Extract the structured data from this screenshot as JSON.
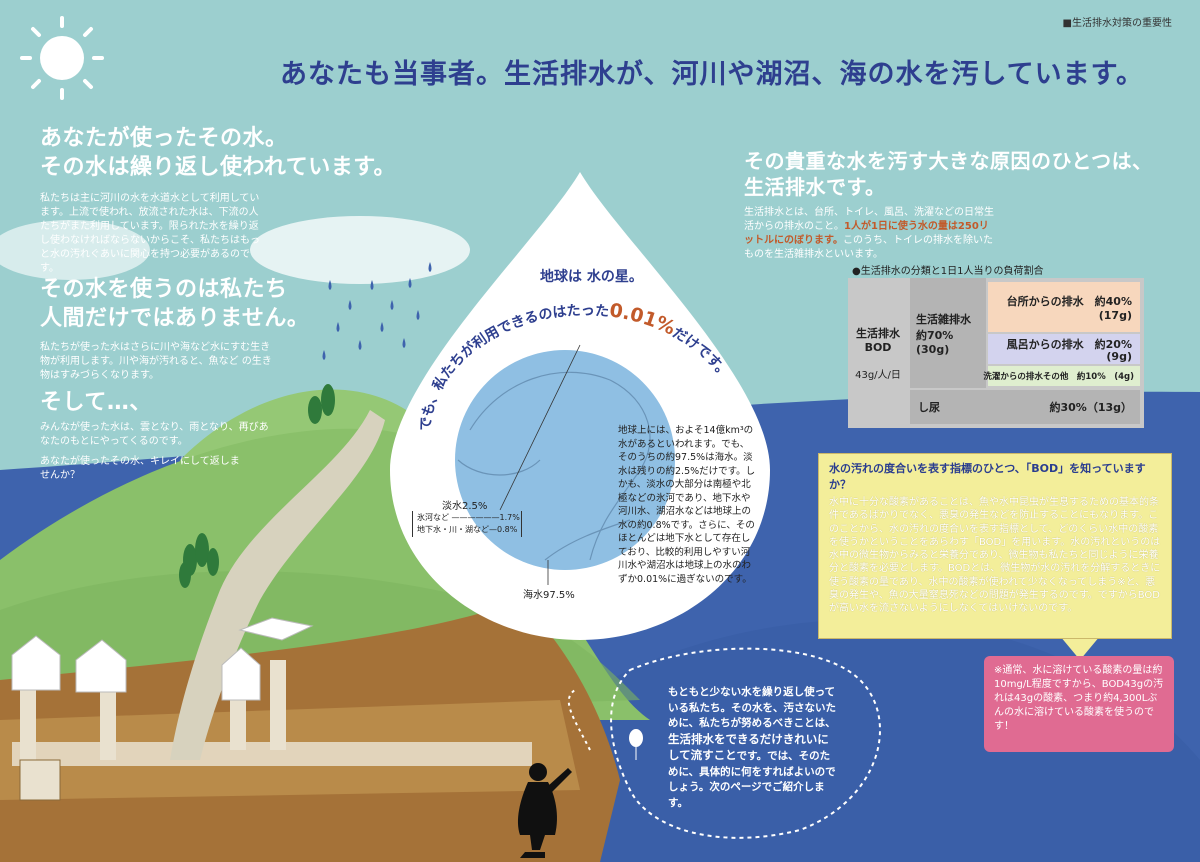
{
  "corner_tag": "■生活排水対策の重要性",
  "main_title": "あなたも当事者。生活排水が、河川や湖沼、海の水を汚しています。",
  "left": {
    "section1_title_l1": "あなたが使ったその水。",
    "section1_title_l2": "その水は繰り返し使われています。",
    "section1_body": "私たちは主に河川の水を水道水として利用しています。上流で使われ、放流された水は、下流の人たちがまた利用しています。限られた水を繰り返し使わなければならないからこそ、私たちはもっと水の汚れぐあいに関心を持つ必要があるのです。",
    "section2_title_l1": "その水を使うのは私たち",
    "section2_title_l2": "人間だけではありません。",
    "section2_body": "私たちが使った水はさらに川や海など水にすむ生き物が利用します。川や海が汚れると、魚など の生き物はすみづらくなります。",
    "section3_title": "そして…、",
    "section3_body1": "みんなが使った水は、雲となり、雨となり、再びあなたのもとにやってくるのです。",
    "section3_body2": "あなたが使ったその水、キレイにして返しませんか？"
  },
  "drop": {
    "title": "地球は 水の星。",
    "arc_text_pre": "でも、私たちが利用できるのはたった",
    "arc_text_num": "0.01%",
    "arc_text_post": "だけです。",
    "fresh_label": "淡水2.5%",
    "fresh_sub1": "氷河など ——————1.7%",
    "fresh_sub2": "地下水・川・湖など—0.8%",
    "sea_label": "海水97.5%",
    "body": "地球上には、およそ14億km³の水があるといわれます。でも、そのうちの約97.5%は海水。淡水は残りの約2.5%だけです。しかも、淡水の大部分は南極や北極などの氷河であり、地下水や河川水、湖沼水などは地球上の水の約0.8%です。さらに、そのほとんどは地下水として存在しており、比較的利用しやすい河川水や湖沼水は地球上の水のわずか0.01%に過ぎないのです。"
  },
  "right": {
    "title_l1": "その貴重な水を汚す大きな原因のひとつは、",
    "title_l2": "生活排水です。",
    "body_a": "生活排水とは、台所、トイレ、風呂、洗濯などの日常生活からの排水のこと。",
    "body_highlight": "1人が1日に使う水の量は250リットルにのぼります。",
    "body_b": "このうち、トイレの排水を除いたものを生活雑排水といいます。",
    "table_caption": "●生活排水の分類と1日1人当りの負荷割合",
    "table": {
      "bod_label_l1": "生活排水",
      "bod_label_l2": "BOD",
      "bod_unit": "43g/人/日",
      "misc_l1": "生活雑排水",
      "misc_l2": "約70%",
      "misc_l3": "(30g)",
      "kitchen": "台所からの排水　約40%",
      "kitchen_g": "(17g)",
      "bath": "風呂からの排水　約20%",
      "bath_g": "(9g)",
      "laundry": "洗濯からの排水その他　約10%　(4g)",
      "toilet": "し尿",
      "toilet_val": "約30%（13g）"
    }
  },
  "bod_box": {
    "title": "水の汚れの度合いを表す指標のひとつ、「BOD」を知っていますか？",
    "body": "水中に十分な酸素があることは、魚や水中昆虫が生息するための基本的条件であるばかりでなく、悪臭の発生などを防止することにもなります。このことから、水の汚れの度合いを表す指標として、どのくらい水中の酸素を使うかということをあらわす「BOD」を用います。水の汚れというのは水中の微生物からみると栄養分であり、微生物も私たちと同じように栄養分と酸素を必要とします。BODとは、微生物が水の汚れを分解するときに使う酸素の量であり、水中の酸素が使われて少なくなってしまう※と、悪臭の発生や、魚の大量窒息死などの問題が発生するのです。ですからBODが高い水を流さないようにしなくてはいけないのです。"
  },
  "note_box": {
    "body": "※通常、水に溶けている酸素の量は約10mg/L程度ですから、BOD43gの汚れは43gの酸素、つまり約4,300Lぶんの水に溶けている酸素を使うのです！"
  },
  "bubble": {
    "text_a": "もともと少ない水を繰り返し使っている私たち。その水を、汚さないために、私たちが努めるべきことは、",
    "text_strong": "生活排水をできるだけきれいにして流すこと",
    "text_b": "です。では、そのために、具体的に何をすればよいのでしょう。次のページでご紹介します。"
  },
  "colors": {
    "sky": "#9ccfcf",
    "sea": "#3e63ad",
    "title_blue": "#2e3f8f",
    "hill_green": "#8ac06a",
    "soil_brown": "#a57238",
    "accent_orange": "#c25a2a",
    "bod_yellow": "#f3ee9a",
    "note_pink": "#e06b92"
  }
}
